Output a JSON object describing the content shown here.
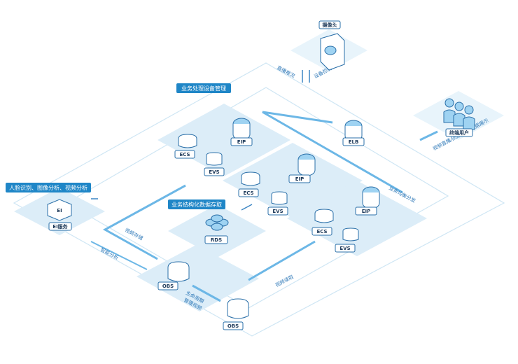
{
  "tags": {
    "business_mgmt": "业务处理设备管理",
    "face_recog": "人脸识别、图像分析、视频分析",
    "structured_storage": "业务结构化数据存取"
  },
  "nodes": {
    "camera": "摄像头",
    "end_user": "终端用户",
    "elb": "ELB",
    "ecs1": "ECS",
    "evs1": "EVS",
    "eip1": "EIP",
    "ecs2": "ECS",
    "evs2": "EVS",
    "eip2": "EIP",
    "ecs3": "ECS",
    "evs3": "EVS",
    "eip3": "EIP",
    "rds": "RDS",
    "ei": "EI服务",
    "obs1": "OBS",
    "obs2": "OBS",
    "ei_glyph": "EI"
  },
  "edges": {
    "live_push": "直播推流",
    "device_control": "设备控制",
    "video_delivery": "视频直播/回放/分析数据展示",
    "business_distribution": "业务均衡分发",
    "video_storage": "视频存储",
    "smart_analysis": "智能分析",
    "lifecycle": "生命周期",
    "lifecycle2": "管理视频",
    "video_read": "视频读取"
  }
}
